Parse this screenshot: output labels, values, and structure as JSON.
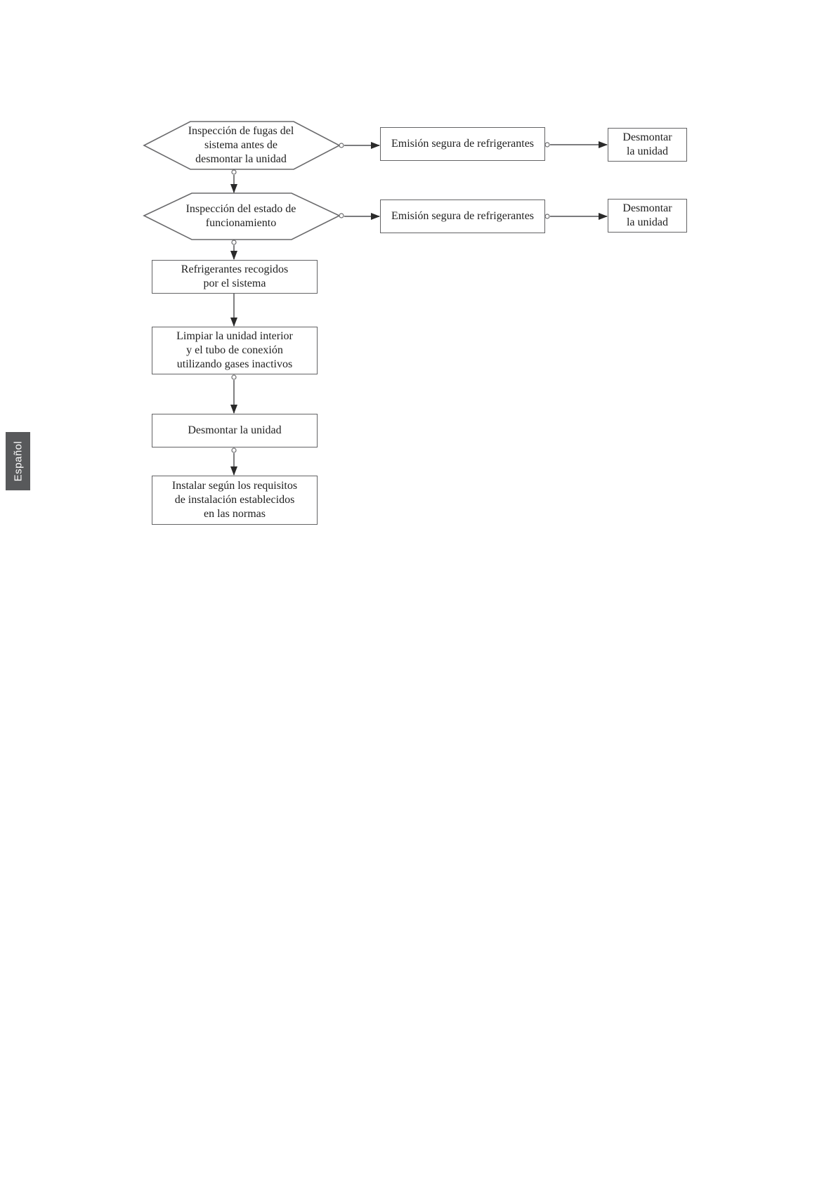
{
  "language_tab": {
    "label": "Español"
  },
  "flowchart": {
    "nodes": {
      "inspeccion_fugas": {
        "shape": "hexagon",
        "label": "Inspección de fugas del\nsistema antes de\ndesmontar la unidad"
      },
      "inspeccion_estado": {
        "shape": "hexagon",
        "label": "Inspección del estado de\nfuncionamiento"
      },
      "emision_1": {
        "shape": "rect",
        "label": "Emisión segura de refrigerantes"
      },
      "emision_2": {
        "shape": "rect",
        "label": "Emisión segura de refrigerantes"
      },
      "desmontar_derecha_1": {
        "shape": "rect",
        "label": "Desmontar\nla unidad"
      },
      "desmontar_derecha_2": {
        "shape": "rect",
        "label": "Desmontar\nla unidad"
      },
      "refrigerantes_recogidos": {
        "shape": "rect",
        "label": "Refrigerantes recogidos\npor el sistema"
      },
      "limpiar_unidad": {
        "shape": "rect",
        "label": "Limpiar la unidad interior\ny el tubo de conexión\nutilizando gases inactivos"
      },
      "desmontar_unidad": {
        "shape": "rect",
        "label": "Desmontar la unidad"
      },
      "instalar_normas": {
        "shape": "rect",
        "label": "Instalar según los requisitos\nde instalación establecidos\nen las normas"
      }
    },
    "edges": [
      "inspeccion_fugas -> emision_1",
      "emision_1 -> desmontar_derecha_1",
      "inspeccion_fugas -> inspeccion_estado",
      "inspeccion_estado -> emision_2",
      "emision_2 -> desmontar_derecha_2",
      "inspeccion_estado -> refrigerantes_recogidos",
      "refrigerantes_recogidos -> limpiar_unidad",
      "limpiar_unidad -> desmontar_unidad",
      "desmontar_unidad -> instalar_normas"
    ],
    "colors": {
      "line": "#6a6a6c",
      "shape_border": "#636365",
      "arrowhead": "#2a2a2a",
      "text": "#1f1f1f",
      "tab_background": "#58595b",
      "tab_text": "#ffffff"
    }
  }
}
